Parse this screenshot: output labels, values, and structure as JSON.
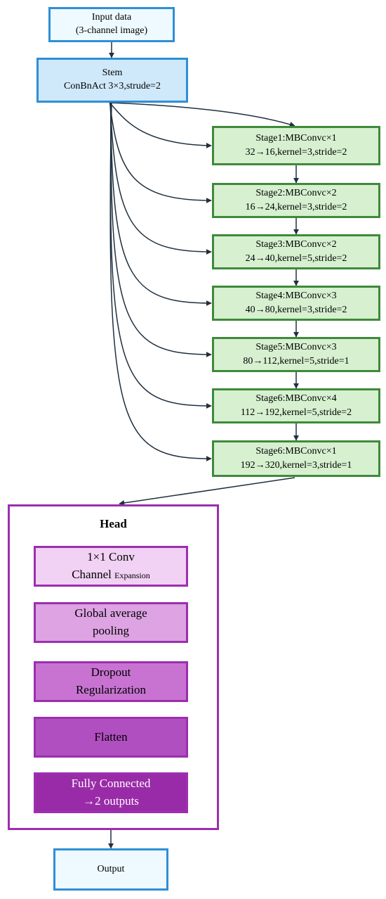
{
  "input": {
    "line1": "Input data",
    "line2": "(3-channel image)"
  },
  "stem": {
    "line1": "Stem",
    "line2": "ConBnAct 3×3,strude=2"
  },
  "stages": [
    {
      "title": "Stage1:MBConvc×1",
      "detail": "32→16,kernel=3,stride=2"
    },
    {
      "title": "Stage2:MBConvc×2",
      "detail": "16→24,kernel=3,stride=2"
    },
    {
      "title": "Stage3:MBConvc×2",
      "detail": "24→40,kernel=5,stride=2"
    },
    {
      "title": "Stage4:MBConvc×3",
      "detail": "40→80,kernel=3,stride=2"
    },
    {
      "title": "Stage5:MBConvc×3",
      "detail": "80→112,kernel=5,stride=1"
    },
    {
      "title": "Stage6:MBConvc×4",
      "detail": "112→192,kernel=5,stride=2"
    },
    {
      "title": "Stage6:MBConvc×1",
      "detail": "192→320,kernel=3,stride=1"
    }
  ],
  "head": {
    "title": "Head",
    "blocks": [
      {
        "line1": "1×1 Conv",
        "line2": "Channel",
        "line2_small": "Expansion"
      },
      {
        "line1": "Global average",
        "line2": "pooling"
      },
      {
        "line1": "Dropout",
        "line2": "Regularization"
      },
      {
        "line1": "Flatten"
      },
      {
        "line1": "Fully Connected",
        "line2": "→2 outputs"
      }
    ]
  },
  "output": {
    "label": "Output"
  },
  "colors": {
    "blue_border": "#2e8fd6",
    "green_border": "#3f8a3a",
    "green_fill": "#d6f0d0",
    "purple_border": "#9b2fae",
    "wire": "#1f3040"
  }
}
